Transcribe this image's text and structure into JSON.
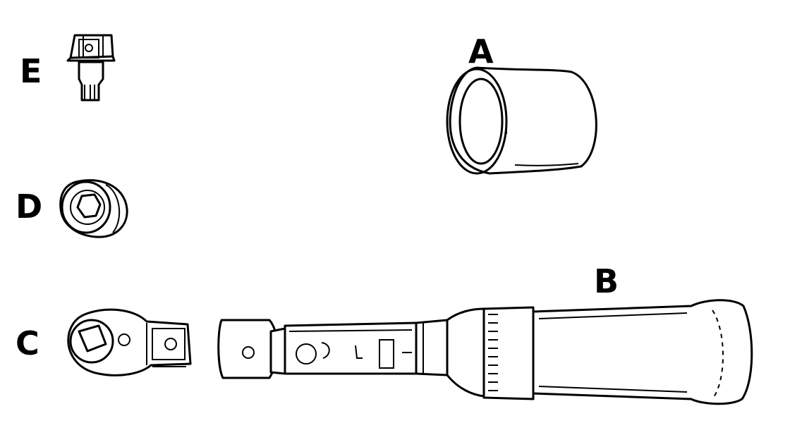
{
  "parts": {
    "a": {
      "label": "A",
      "icon": "adapter-sleeve-icon"
    },
    "b": {
      "label": "B",
      "icon": "torque-wrench-icon"
    },
    "c": {
      "label": "C",
      "icon": "ratchet-head-icon"
    },
    "d": {
      "label": "D",
      "icon": "socket-icon"
    },
    "e": {
      "label": "E",
      "icon": "bit-adapter-icon"
    }
  }
}
